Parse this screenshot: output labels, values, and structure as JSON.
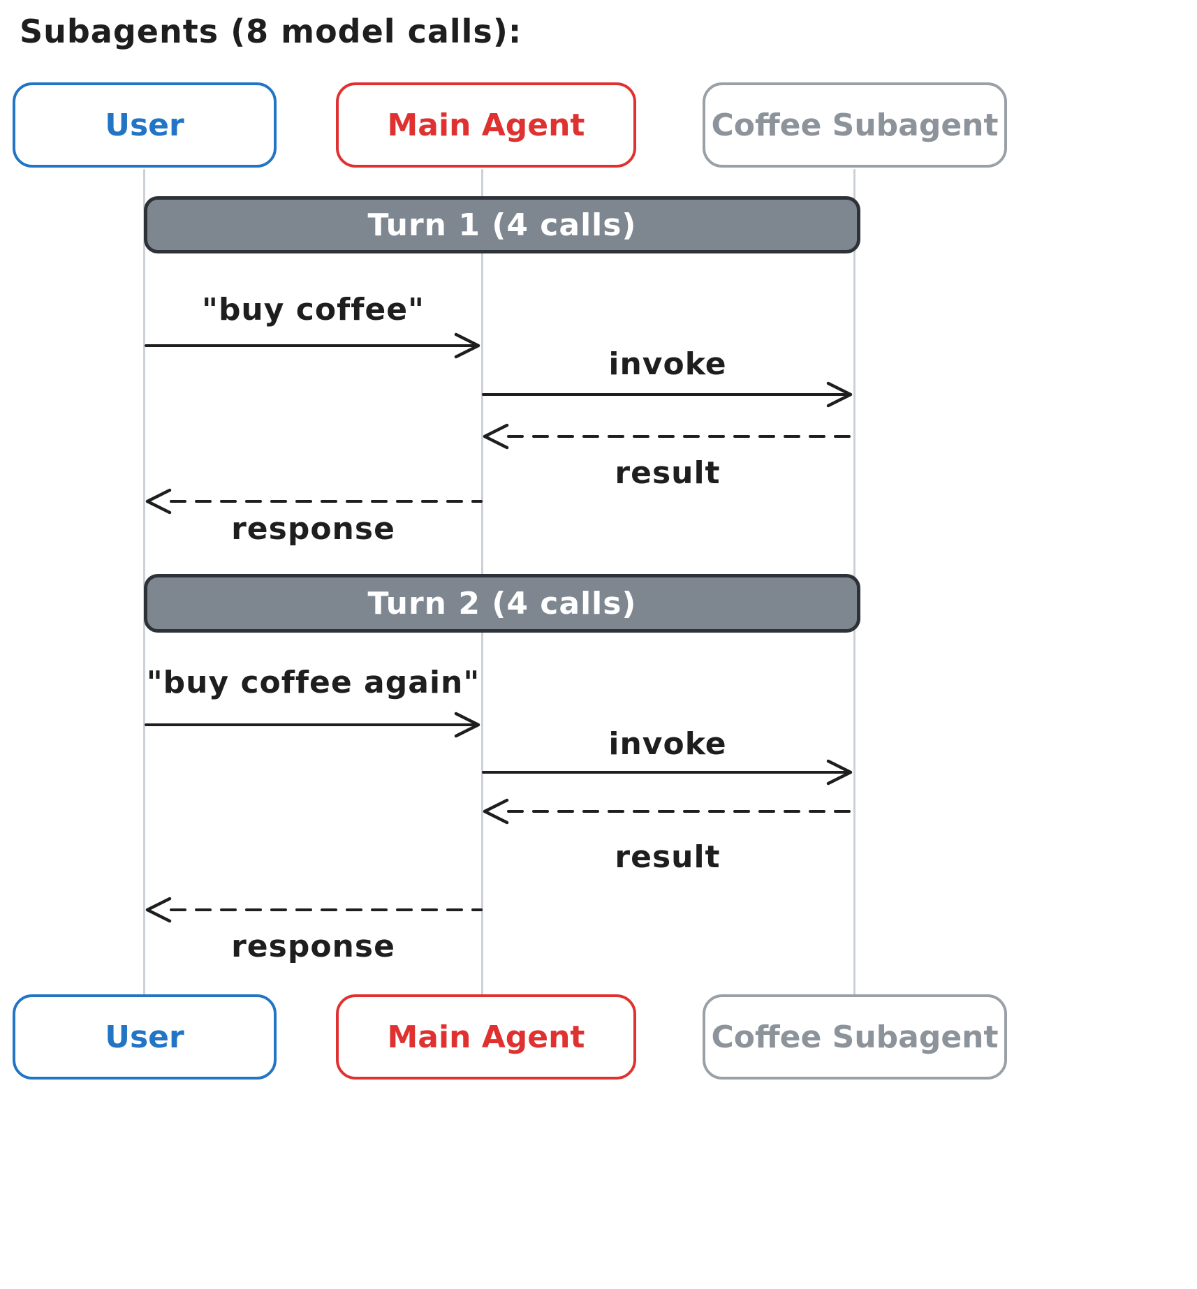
{
  "title": "Subagents (8 model calls):",
  "diagram_type": "sequence",
  "colors": {
    "user": "#2274c5",
    "main_agent": "#e03131",
    "coffee_subagent": "#8d939b",
    "turn_bar_fill": "#7e8690",
    "turn_bar_border": "#2d3238",
    "turn_bar_text": "#ffffff",
    "lifeline": "#ccd1d8",
    "arrow": "#1e1e1e",
    "background": "#ffffff"
  },
  "actors": [
    {
      "id": "user",
      "label": "User"
    },
    {
      "id": "main-agent",
      "label": "Main Agent"
    },
    {
      "id": "coffee-subagent",
      "label": "Coffee Subagent"
    }
  ],
  "turns": [
    {
      "label": "Turn 1 (4 calls)",
      "messages": [
        {
          "from": "user",
          "to": "main-agent",
          "label": "\"buy coffee\"",
          "style": "solid"
        },
        {
          "from": "main-agent",
          "to": "coffee-subagent",
          "label": "invoke",
          "style": "solid"
        },
        {
          "from": "coffee-subagent",
          "to": "main-agent",
          "label": "result",
          "style": "dashed"
        },
        {
          "from": "main-agent",
          "to": "user",
          "label": "response",
          "style": "dashed"
        }
      ]
    },
    {
      "label": "Turn 2 (4 calls)",
      "messages": [
        {
          "from": "user",
          "to": "main-agent",
          "label": "\"buy coffee again\"",
          "style": "solid"
        },
        {
          "from": "main-agent",
          "to": "coffee-subagent",
          "label": "invoke",
          "style": "solid"
        },
        {
          "from": "coffee-subagent",
          "to": "main-agent",
          "label": "result",
          "style": "dashed"
        },
        {
          "from": "main-agent",
          "to": "user",
          "label": "response",
          "style": "dashed"
        }
      ]
    }
  ]
}
